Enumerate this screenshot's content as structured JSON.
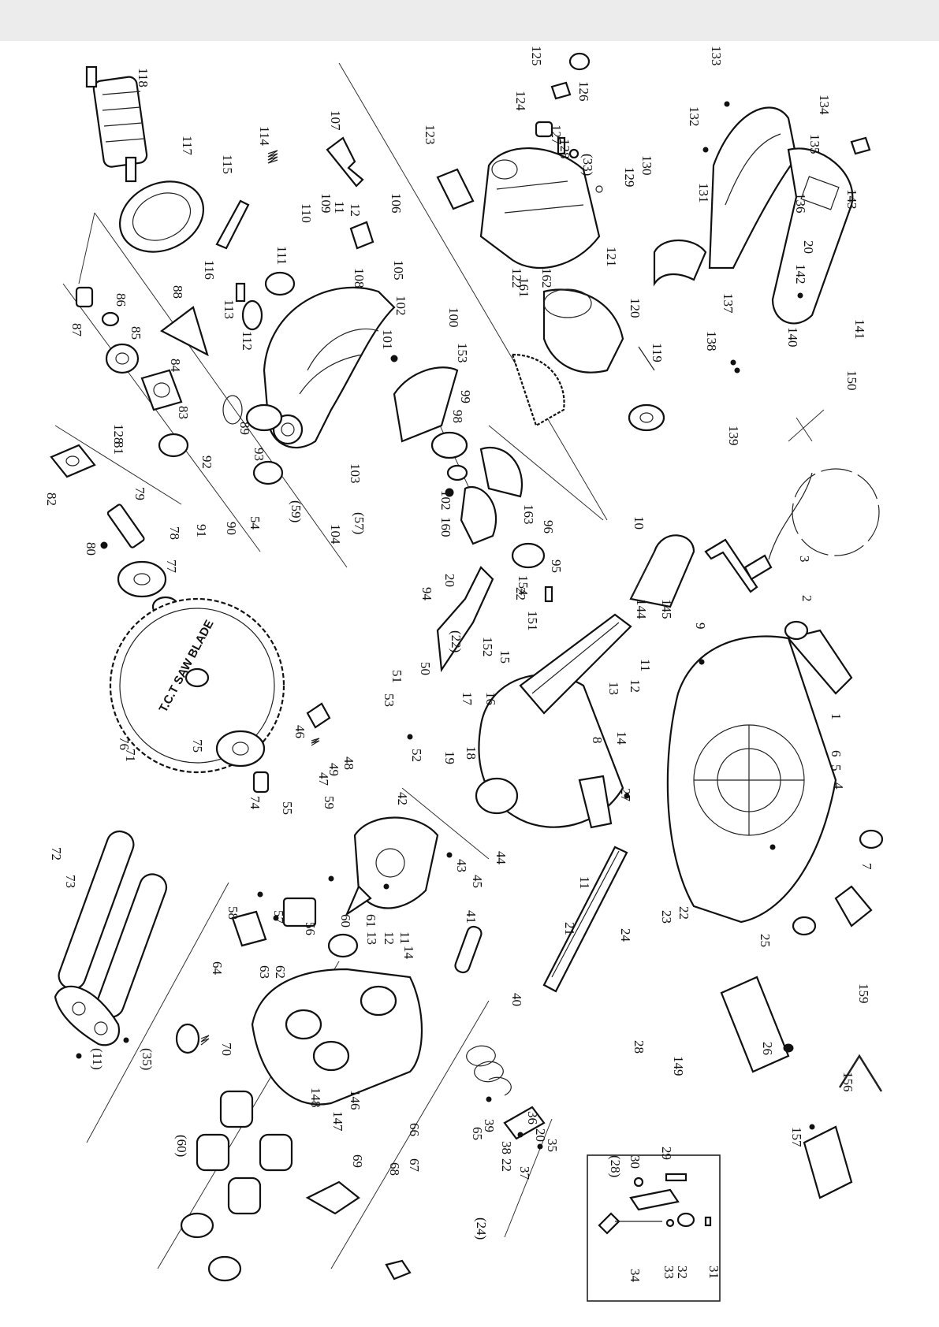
{
  "page": {
    "blade_text": "T.C.T SAW BLADE",
    "labels": [
      {
        "text": "118"
      },
      {
        "text": "117"
      },
      {
        "text": "114"
      },
      {
        "text": "115"
      },
      {
        "text": "107"
      },
      {
        "text": "116"
      },
      {
        "text": "110"
      },
      {
        "text": "109"
      },
      {
        "text": "11"
      },
      {
        "text": "12"
      },
      {
        "text": "106"
      },
      {
        "text": "111"
      },
      {
        "text": "108"
      },
      {
        "text": "105"
      },
      {
        "text": "88"
      },
      {
        "text": "113"
      },
      {
        "text": "112"
      },
      {
        "text": "87"
      },
      {
        "text": "86"
      },
      {
        "text": "85"
      },
      {
        "text": "84"
      },
      {
        "text": "83"
      },
      {
        "text": "128"
      },
      {
        "text": "81"
      },
      {
        "text": "82"
      },
      {
        "text": "92"
      },
      {
        "text": "93"
      },
      {
        "text": "89"
      },
      {
        "text": "54"
      },
      {
        "text": "(59)"
      },
      {
        "text": "79"
      },
      {
        "text": "80"
      },
      {
        "text": "91"
      },
      {
        "text": "90"
      },
      {
        "text": "78"
      },
      {
        "text": "77"
      },
      {
        "text": "76"
      },
      {
        "text": "75"
      },
      {
        "text": "74"
      },
      {
        "text": "71"
      },
      {
        "text": "72"
      },
      {
        "text": "73"
      },
      {
        "text": "(11)"
      },
      {
        "text": "(35)"
      },
      {
        "text": "125"
      },
      {
        "text": "126"
      },
      {
        "text": "124"
      },
      {
        "text": "127"
      },
      {
        "text": "128"
      },
      {
        "text": "(33)"
      },
      {
        "text": "123"
      },
      {
        "text": "122"
      },
      {
        "text": "121"
      },
      {
        "text": "133"
      },
      {
        "text": "132"
      },
      {
        "text": "134"
      },
      {
        "text": "135"
      },
      {
        "text": "129"
      },
      {
        "text": "130"
      },
      {
        "text": "131"
      },
      {
        "text": "136"
      },
      {
        "text": "143"
      },
      {
        "text": "20"
      },
      {
        "text": "142"
      },
      {
        "text": "141"
      },
      {
        "text": "140"
      },
      {
        "text": "150"
      },
      {
        "text": "139"
      },
      {
        "text": "138"
      },
      {
        "text": "137"
      },
      {
        "text": "120"
      },
      {
        "text": "119"
      },
      {
        "text": "102"
      },
      {
        "text": "101"
      },
      {
        "text": "100"
      },
      {
        "text": "153"
      },
      {
        "text": "162"
      },
      {
        "text": "161"
      },
      {
        "text": "99"
      },
      {
        "text": "98"
      },
      {
        "text": "102"
      },
      {
        "text": "160"
      },
      {
        "text": "163"
      },
      {
        "text": "103"
      },
      {
        "text": "104"
      },
      {
        "text": "(57)"
      },
      {
        "text": "96"
      },
      {
        "text": "95"
      },
      {
        "text": "10"
      },
      {
        "text": "154"
      },
      {
        "text": "22"
      },
      {
        "text": "151"
      },
      {
        "text": "20"
      },
      {
        "text": "94"
      },
      {
        "text": "(22)"
      },
      {
        "text": "152"
      },
      {
        "text": "15"
      },
      {
        "text": "144"
      },
      {
        "text": "145"
      },
      {
        "text": "9"
      },
      {
        "text": "3"
      },
      {
        "text": "2"
      },
      {
        "text": "11"
      },
      {
        "text": "12"
      },
      {
        "text": "13"
      },
      {
        "text": "14"
      },
      {
        "text": "8"
      },
      {
        "text": "27"
      },
      {
        "text": "1"
      },
      {
        "text": "5"
      },
      {
        "text": "6"
      },
      {
        "text": "4"
      },
      {
        "text": "7"
      },
      {
        "text": "51"
      },
      {
        "text": "50"
      },
      {
        "text": "53"
      },
      {
        "text": "52"
      },
      {
        "text": "17"
      },
      {
        "text": "16"
      },
      {
        "text": "46"
      },
      {
        "text": "47"
      },
      {
        "text": "49"
      },
      {
        "text": "48"
      },
      {
        "text": "19"
      },
      {
        "text": "18"
      },
      {
        "text": "42"
      },
      {
        "text": "55"
      },
      {
        "text": "59"
      },
      {
        "text": "43"
      },
      {
        "text": "44"
      },
      {
        "text": "45"
      },
      {
        "text": "58"
      },
      {
        "text": "57"
      },
      {
        "text": "56"
      },
      {
        "text": "60"
      },
      {
        "text": "61"
      },
      {
        "text": "13"
      },
      {
        "text": "12"
      },
      {
        "text": "11"
      },
      {
        "text": "14"
      },
      {
        "text": "41"
      },
      {
        "text": "11"
      },
      {
        "text": "21"
      },
      {
        "text": "24"
      },
      {
        "text": "23"
      },
      {
        "text": "22"
      },
      {
        "text": "25"
      },
      {
        "text": "40"
      },
      {
        "text": "62"
      },
      {
        "text": "64"
      },
      {
        "text": "63"
      },
      {
        "text": "70"
      },
      {
        "text": "148"
      },
      {
        "text": "146"
      },
      {
        "text": "147"
      },
      {
        "text": "(60)"
      },
      {
        "text": "69"
      },
      {
        "text": "68"
      },
      {
        "text": "67"
      },
      {
        "text": "66"
      },
      {
        "text": "65"
      },
      {
        "text": "(24)"
      },
      {
        "text": "39"
      },
      {
        "text": "36"
      },
      {
        "text": "20"
      },
      {
        "text": "35"
      },
      {
        "text": "38"
      },
      {
        "text": "22"
      },
      {
        "text": "37"
      },
      {
        "text": "28"
      },
      {
        "text": "149"
      },
      {
        "text": "26"
      },
      {
        "text": "159"
      },
      {
        "text": "156"
      },
      {
        "text": "157"
      },
      {
        "text": "(28)"
      },
      {
        "text": "30"
      },
      {
        "text": "29"
      },
      {
        "text": "34"
      },
      {
        "text": "33"
      },
      {
        "text": "32"
      },
      {
        "text": "31"
      }
    ]
  }
}
